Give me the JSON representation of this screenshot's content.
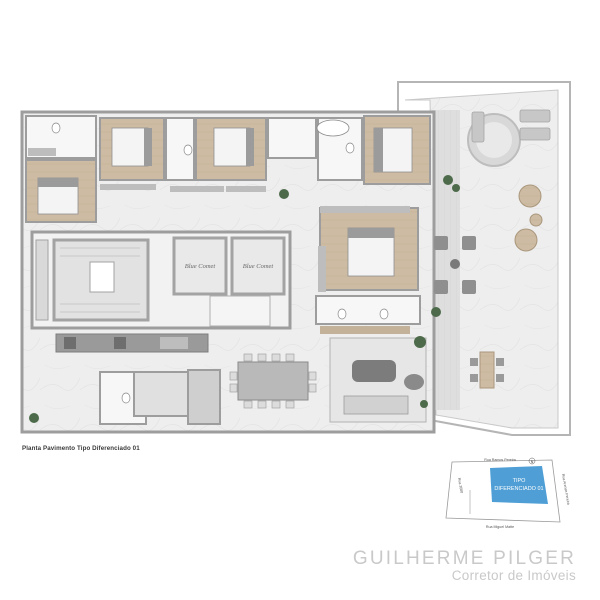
{
  "plan": {
    "caption": "Planta Pavimento Tipo Diferenciado 01",
    "elevator_logo_1": "Blue Comet",
    "elevator_logo_2": "Blue Comet"
  },
  "key_map": {
    "street_top": "Rua Ramos Pereira",
    "street_bottom": "Rua Miguel Matte",
    "street_left": "Rua 3500",
    "street_right": "Rua Arenas Pereira",
    "highlight_line1": "TIPO",
    "highlight_line2": "DIFERENCIADO 01",
    "compass": "N",
    "highlight_color": "#4f9fd6"
  },
  "brand": {
    "name": "GUILHERME PILGER",
    "subtitle": "Corretor de Imóveis"
  },
  "colors": {
    "wall": "#a9a9a9",
    "floor": "#ececec",
    "wood": "#c9b59a",
    "terrace": "#e4e4e4",
    "pool": "#d3d3d3"
  }
}
